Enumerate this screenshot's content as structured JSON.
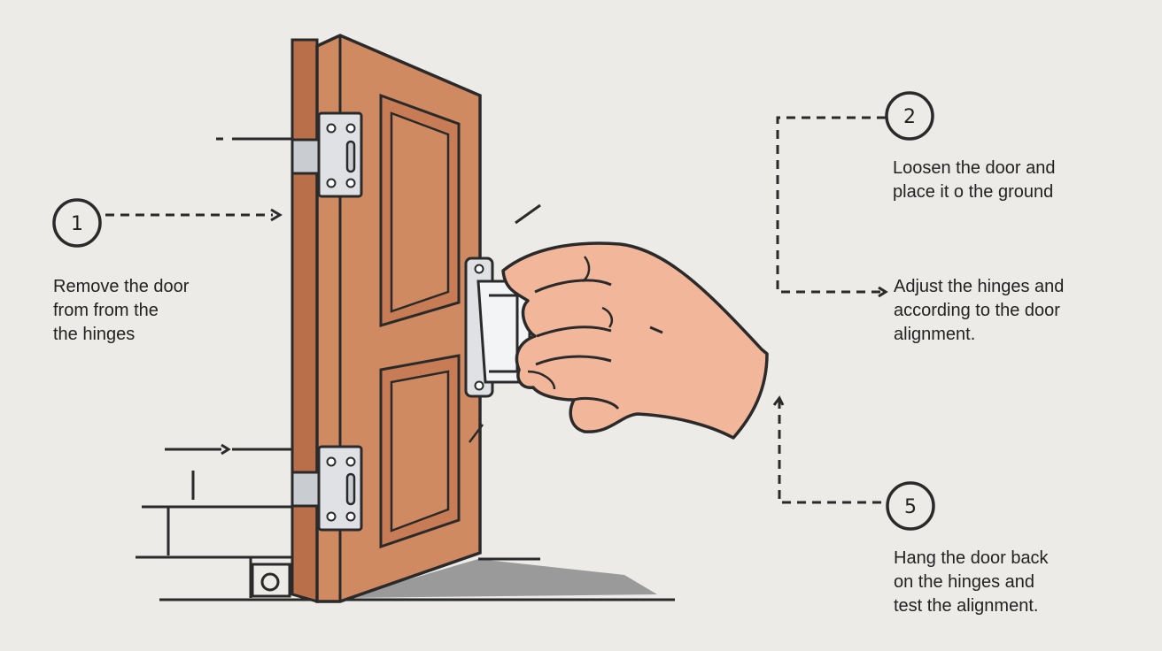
{
  "colors": {
    "background": "#ecebe8",
    "door": "#d08a62",
    "door_edge": "#b86f4a",
    "hinge": "#c9ccd0",
    "skin": "#f2b79a",
    "outline": "#2a2a2a",
    "shadow": "#9a9a9a"
  },
  "steps": [
    {
      "number": "1",
      "lines": [
        "Remove the door",
        "from from the",
        "the hinges"
      ]
    },
    {
      "number": "2",
      "lines": [
        "Loosen the door and",
        "place it o the ground"
      ]
    },
    {
      "number": "",
      "lines": [
        "Adjust the hinges and",
        "according to the door",
        "alignment."
      ]
    },
    {
      "number": "5",
      "lines": [
        "Hang the door back",
        "on the hinges and",
        "test the alignment."
      ]
    }
  ],
  "icons": {
    "door": "door-icon",
    "hand": "hand-icon",
    "hinge": "hinge-icon",
    "handle": "door-handle-icon"
  }
}
